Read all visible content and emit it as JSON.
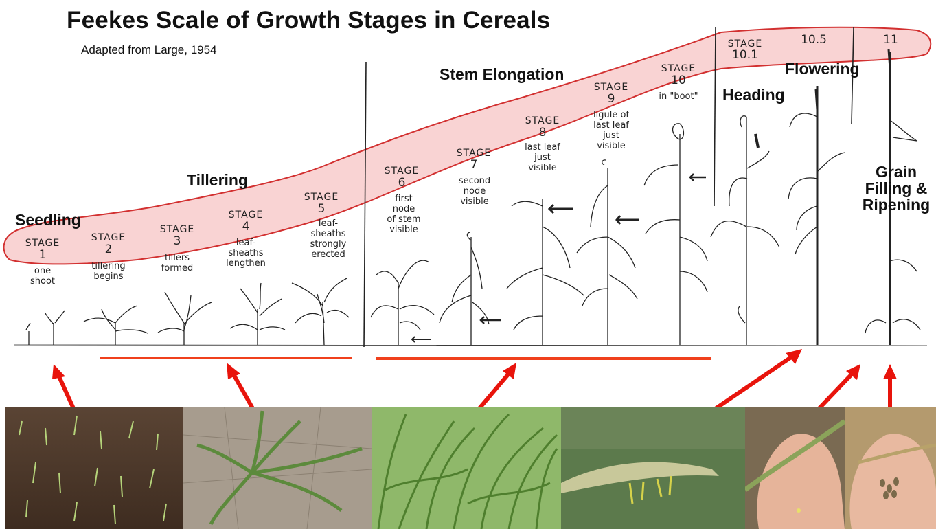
{
  "title": "Feekes Scale of Growth Stages in Cereals",
  "subtitle": "Adapted from Large, 1954",
  "phases": {
    "seedling": "Seedling",
    "tillering": "Tillering",
    "stem_elongation": "Stem Elongation",
    "heading": "Heading",
    "flowering": "Flowering",
    "grain_line1": "Grain",
    "grain_line2": "Filling &",
    "grain_line3": "Ripening"
  },
  "stage_word": "STAGE",
  "stages": [
    {
      "num": "1",
      "desc1": "one",
      "desc2": "shoot",
      "desc3": ""
    },
    {
      "num": "2",
      "desc1": "tillering",
      "desc2": "begins",
      "desc3": ""
    },
    {
      "num": "3",
      "desc1": "tillers",
      "desc2": "formed",
      "desc3": ""
    },
    {
      "num": "4",
      "desc1": "leaf-",
      "desc2": "sheaths",
      "desc3": "lengthen"
    },
    {
      "num": "5",
      "desc1": "leaf-",
      "desc2": "sheaths",
      "desc3": "strongly",
      "desc4": "erected"
    },
    {
      "num": "6",
      "desc1": "first",
      "desc2": "node",
      "desc3": "of stem",
      "desc4": "visible"
    },
    {
      "num": "7",
      "desc1": "second",
      "desc2": "node",
      "desc3": "visible"
    },
    {
      "num": "8",
      "desc1": "last leaf",
      "desc2": "just",
      "desc3": "visible"
    },
    {
      "num": "9",
      "desc1": "ligule of",
      "desc2": "last leaf",
      "desc3": "just",
      "desc4": "visible"
    },
    {
      "num": "10",
      "desc1": "in \"boot\"",
      "desc2": "",
      "desc3": ""
    }
  ],
  "late_stages": {
    "s101": "10.1",
    "s105": "10.5",
    "s11": "11"
  },
  "colors": {
    "band_fill": "#f9d3d3",
    "band_stroke": "#d23030",
    "arrow": "#e8140c",
    "underline": "#f0401c"
  },
  "photos": [
    "seedling-photo",
    "tillering-photo",
    "stem-elongation-photo",
    "heading-photo",
    "flowering-photo",
    "grain-ripening-photo"
  ]
}
